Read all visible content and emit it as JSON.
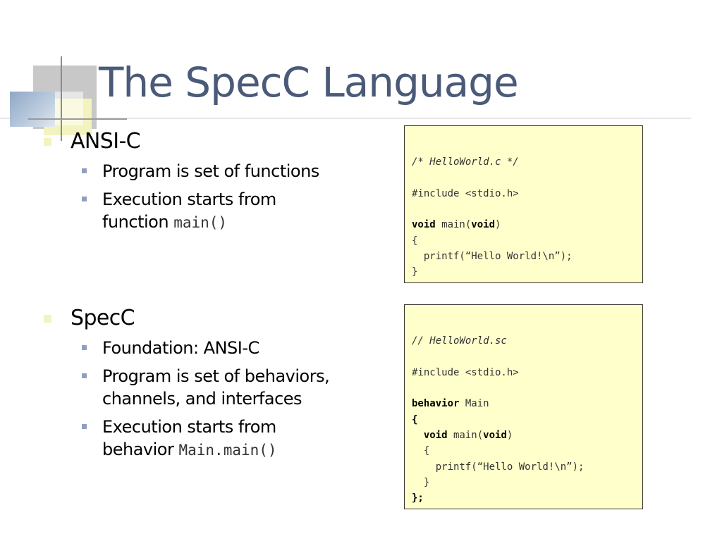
{
  "slide": {
    "title": "The SpecC Language",
    "accent_color": "#4a5a78",
    "code_bg_color": "#ffffcc",
    "bullet1_color": "#f3f3bf",
    "bullet2_color": "#8ea0c0"
  },
  "sections": [
    {
      "heading": "ANSI-C",
      "items": [
        {
          "text": "Program is set of functions",
          "code": ""
        },
        {
          "text_line1": "Execution starts from",
          "text_line2": "function",
          "code": "main()"
        }
      ]
    },
    {
      "heading": "SpecC",
      "items": [
        {
          "text": "Foundation: ANSI-C"
        },
        {
          "text_line1": "Program is set of behaviors,",
          "text_line2": "channels, and interfaces"
        },
        {
          "text_line1": "Execution starts from",
          "text_line2": "behavior",
          "code": "Main.main()"
        }
      ]
    }
  ],
  "code_boxes": [
    {
      "lines": [
        {
          "comment": "/* HelloWorld.c */"
        },
        {
          "text": ""
        },
        {
          "text": "#include <stdio.h>"
        },
        {
          "text": ""
        },
        {
          "kw1": "void",
          "mid": " main(",
          "kw2": "void",
          "end": ")"
        },
        {
          "text": "{"
        },
        {
          "text": "  printf(“Hello World!\\n”);"
        },
        {
          "text": "}"
        }
      ]
    },
    {
      "lines": [
        {
          "comment": "// HelloWorld.sc"
        },
        {
          "text": ""
        },
        {
          "text": "#include <stdio.h>"
        },
        {
          "text": ""
        },
        {
          "kw1": "behavior",
          "mid": " Main"
        },
        {
          "kwonly": "{"
        },
        {
          "pre": "  ",
          "kw1": "void",
          "mid": " main(",
          "kw2": "void",
          "end": ")"
        },
        {
          "text": "  {"
        },
        {
          "text": "    printf(“Hello World!\\n”);"
        },
        {
          "text": "  }"
        },
        {
          "kwonly": "};"
        }
      ]
    }
  ]
}
